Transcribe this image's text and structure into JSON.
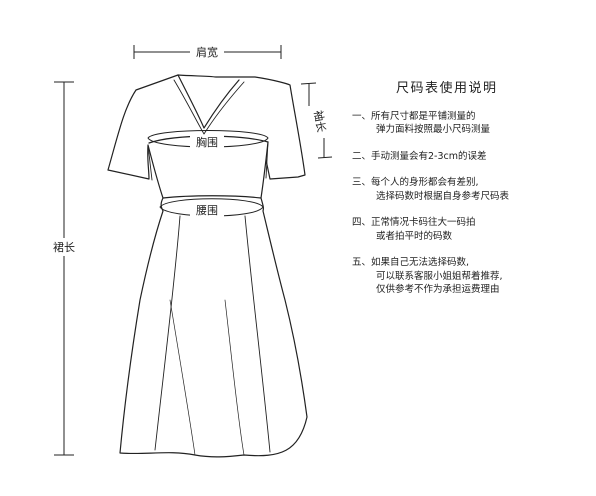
{
  "labels": {
    "shoulder_width": "肩宽",
    "sleeve_length": "袖长",
    "bust": "胸围",
    "waist": "腰围",
    "skirt_length": "裙长"
  },
  "size_guide": {
    "title": "尺码表使用说明",
    "notes": [
      {
        "lines": [
          "一、所有尺寸都是平铺测量的",
          "弹力面料按照最小尺码测量"
        ]
      },
      {
        "lines": [
          "二、手动测量会有2-3cm的误差"
        ]
      },
      {
        "lines": [
          "三、每个人的身形都会有差别,",
          "选择码数时根据自身参考尺码表"
        ]
      },
      {
        "lines": [
          "四、正常情况卡码往大一码拍",
          "或者拍平时的码数"
        ]
      },
      {
        "lines": [
          "五、如果自己无法选择码数,",
          "可以联系客服小姐姐帮着推荐,",
          "仅供参考不作为承担运费理由"
        ]
      }
    ]
  }
}
